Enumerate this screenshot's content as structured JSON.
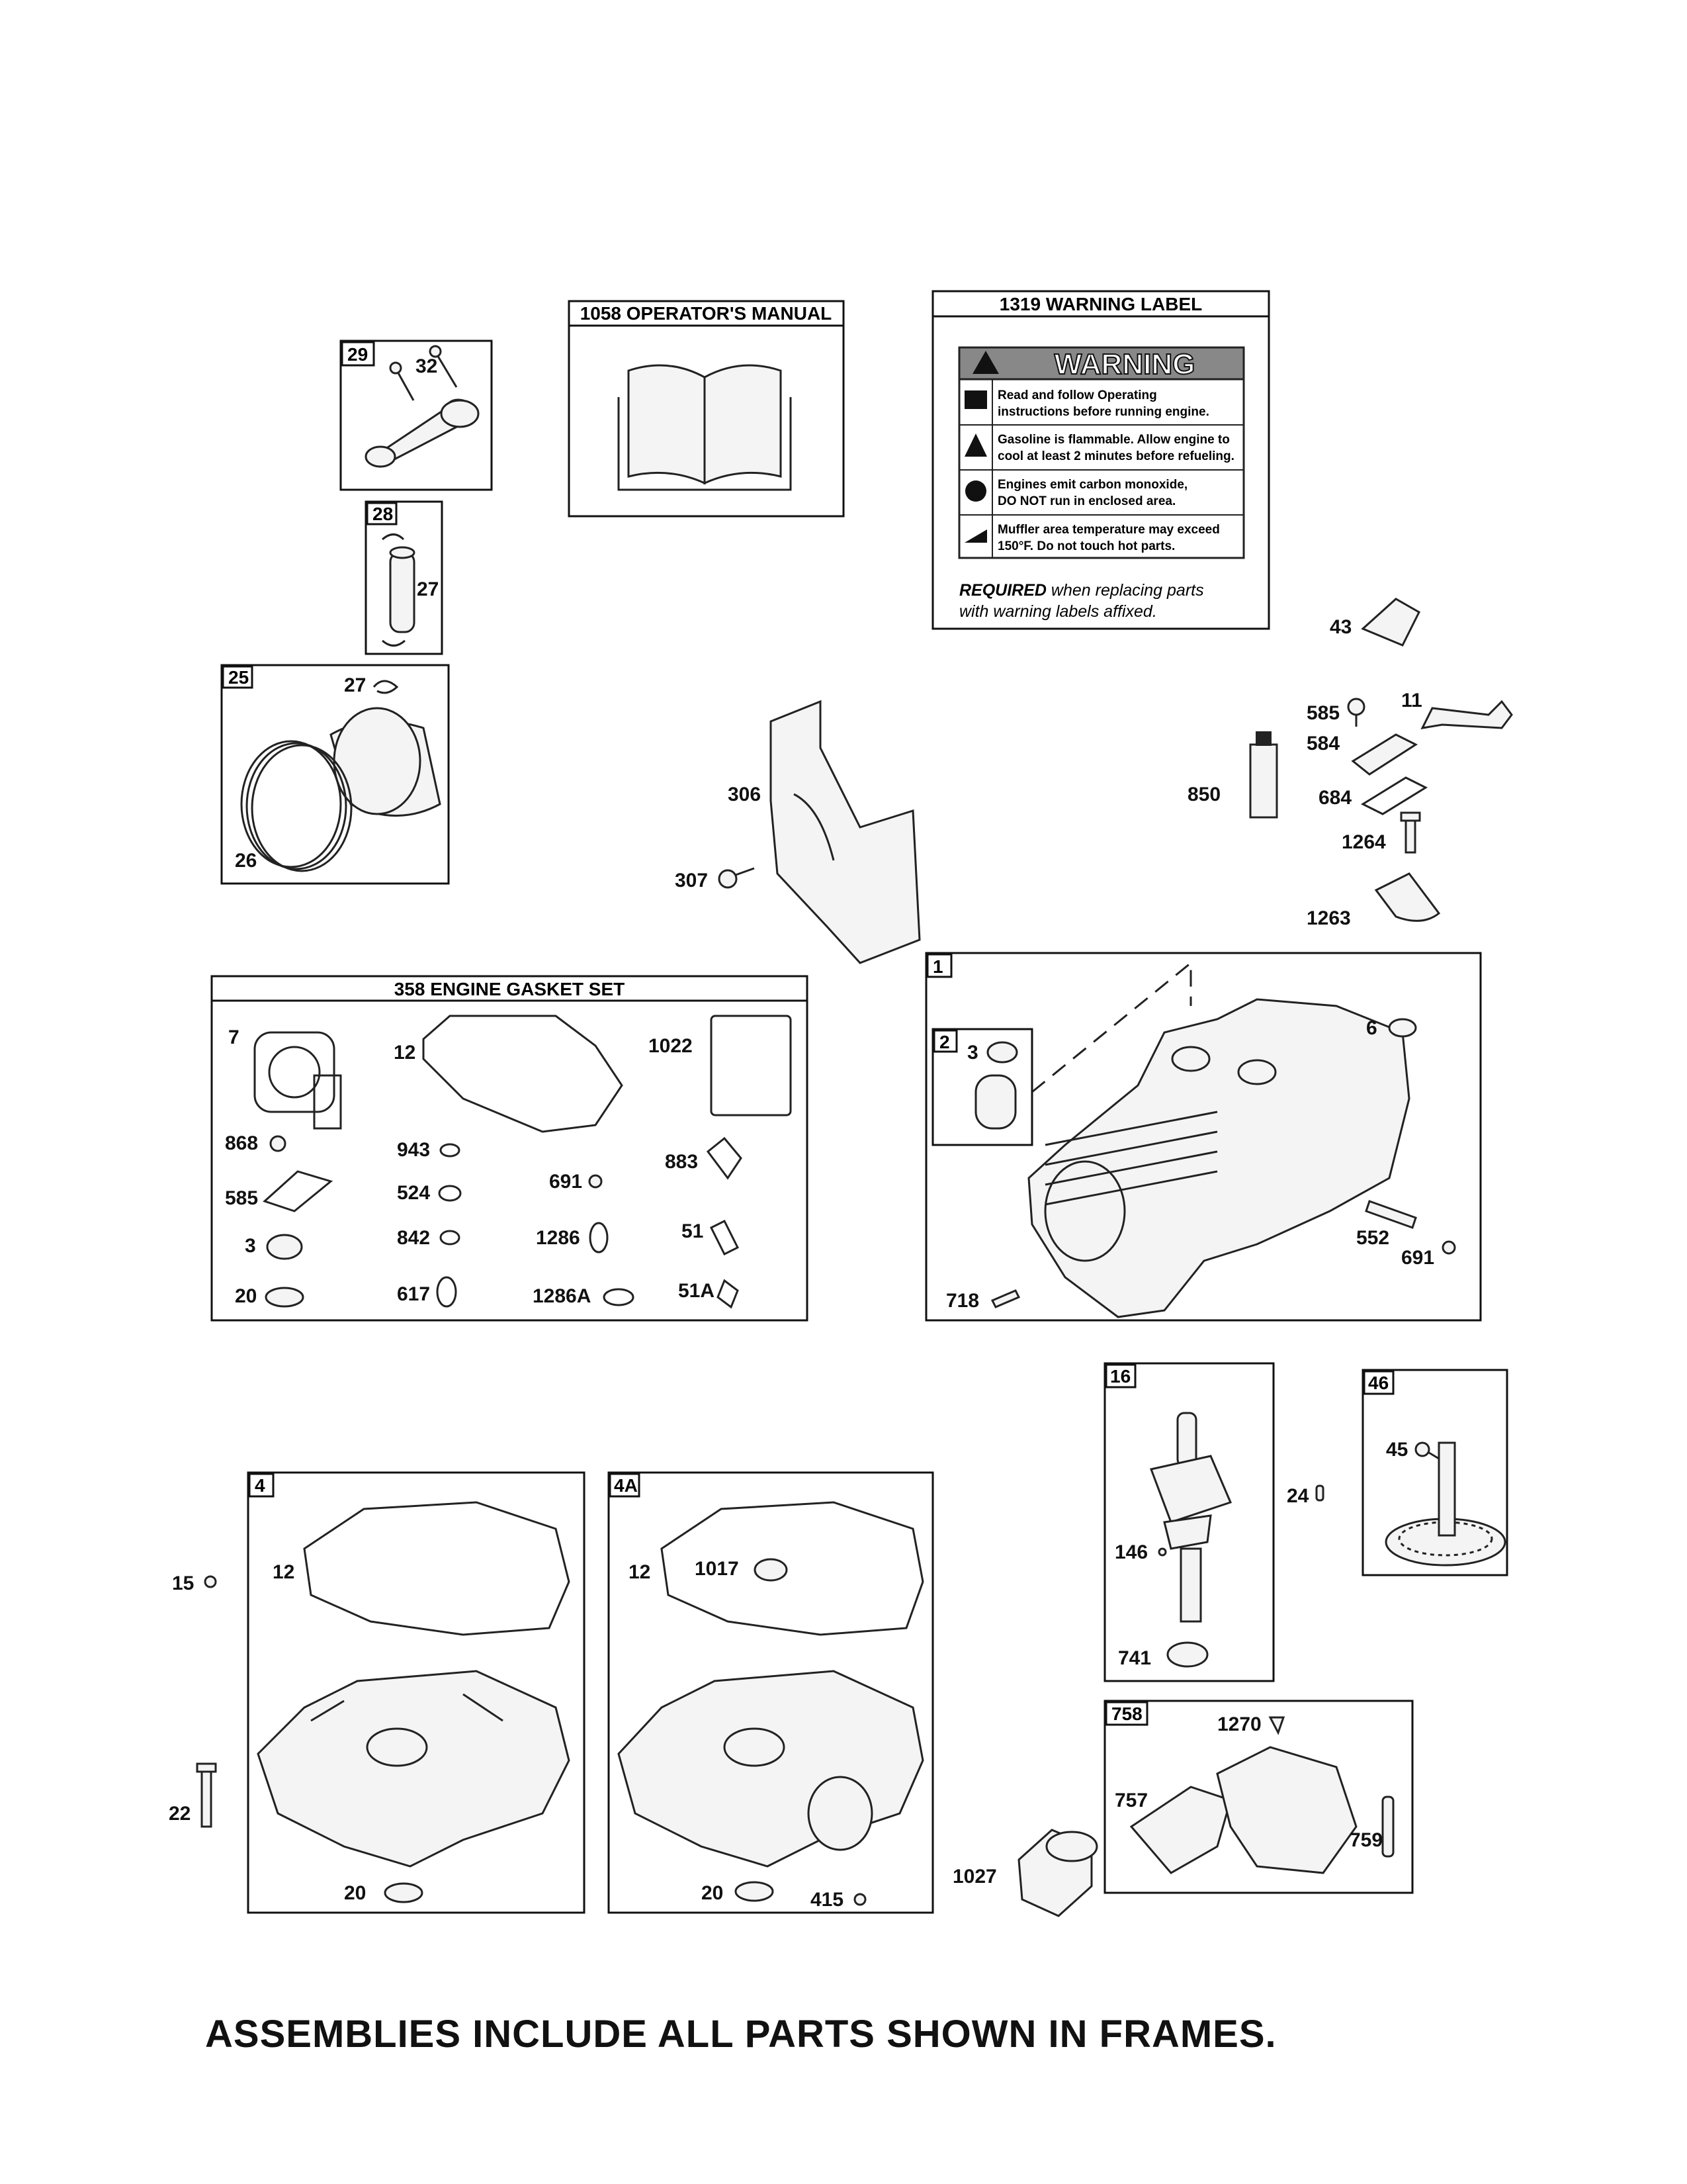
{
  "frames": {
    "f29": {
      "key": "29",
      "parts": {
        "a": "32"
      }
    },
    "f28": {
      "key": "28",
      "parts": {
        "a": "27"
      }
    },
    "f25": {
      "key": "25",
      "parts": {
        "a": "27",
        "b": "26"
      }
    },
    "manual": {
      "title": "1058 OPERATOR'S MANUAL"
    },
    "warning": {
      "title": "1319 WARNING LABEL",
      "banner": "WARNING",
      "lines": [
        "Read and follow Operating",
        "instructions before running engine.",
        "Gasoline is flammable. Allow engine to",
        "cool at least 2 minutes before refueling.",
        "Engines emit carbon monoxide,",
        "DO NOT run in enclosed area.",
        "Muffler area temperature may exceed",
        "150°F.  Do not touch hot parts."
      ],
      "required_bold": "REQUIRED",
      "required_rest": " when replacing parts",
      "required_line2": "with warning labels affixed."
    },
    "gasket": {
      "title": "358 ENGINE GASKET SET",
      "parts": {
        "p7": "7",
        "p12": "12",
        "p1022": "1022",
        "p868": "868",
        "p943": "943",
        "p883": "883",
        "p691": "691",
        "p585": "585",
        "p524": "524",
        "p3": "3",
        "p842": "842",
        "p1286": "1286",
        "p51": "51",
        "p20": "20",
        "p617": "617",
        "p1286a": "1286A",
        "p51a": "51A"
      }
    },
    "f1": {
      "key": "1",
      "parts": {
        "p6": "6",
        "p552": "552",
        "p691": "691",
        "p718": "718"
      }
    },
    "f2": {
      "key": "2",
      "parts": {
        "p3": "3"
      }
    },
    "f16": {
      "key": "16",
      "parts": {
        "p146": "146",
        "p741": "741"
      }
    },
    "f46": {
      "key": "46",
      "parts": {
        "p45": "45"
      }
    },
    "f4": {
      "key": "4",
      "parts": {
        "p12": "12",
        "p20": "20"
      }
    },
    "f4a": {
      "key": "4A",
      "parts": {
        "p12": "12",
        "p1017": "1017",
        "p20": "20",
        "p415": "415"
      }
    },
    "f758": {
      "key": "758",
      "parts": {
        "p1270": "1270",
        "p757": "757",
        "p759": "759"
      }
    }
  },
  "loose_parts": {
    "p306": "306",
    "p307": "307",
    "p43": "43",
    "p585": "585",
    "p11": "11",
    "p584": "584",
    "p850": "850",
    "p684": "684",
    "p1264": "1264",
    "p1263": "1263",
    "p24": "24",
    "p15": "15",
    "p22": "22",
    "p1027": "1027"
  },
  "footer": "ASSEMBLIES INCLUDE ALL PARTS SHOWN IN FRAMES."
}
